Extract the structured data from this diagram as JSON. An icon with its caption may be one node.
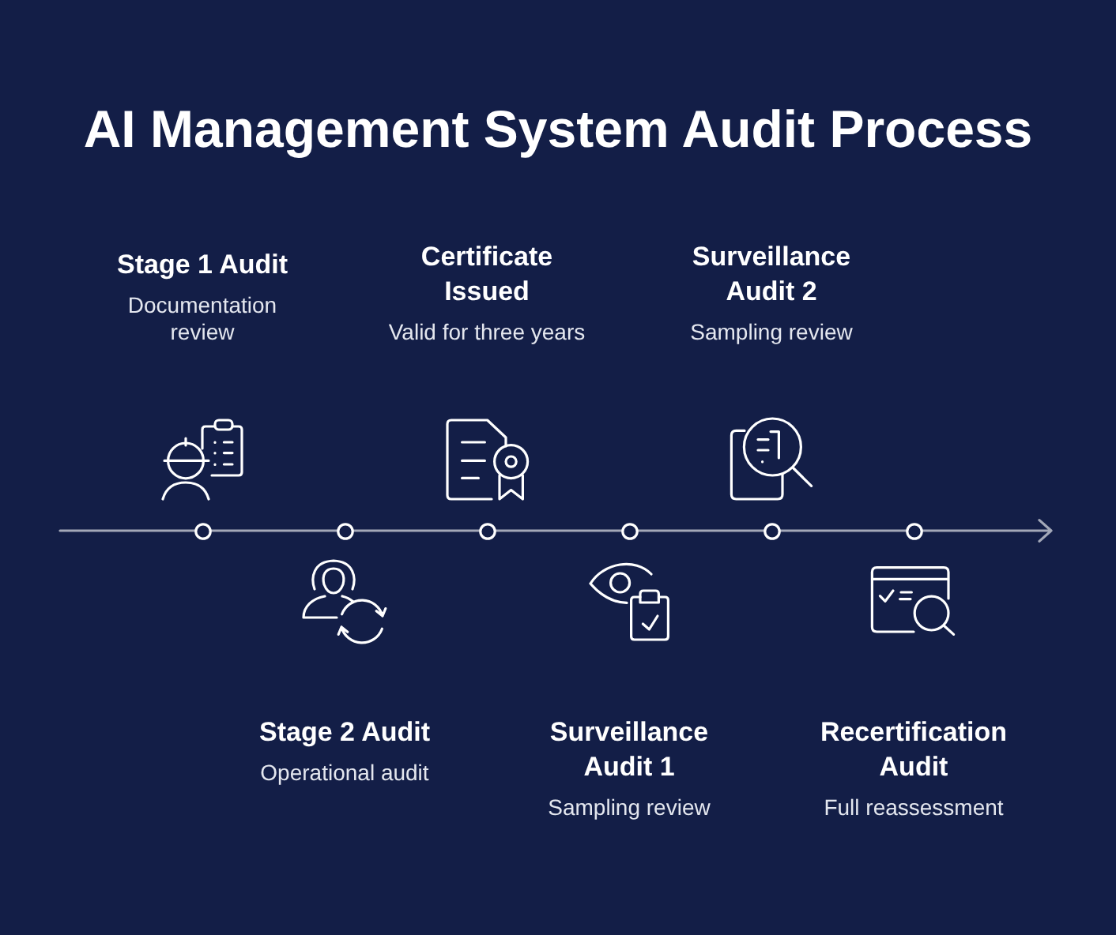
{
  "diagram": {
    "title": "AI Management System Audit Process",
    "nodes": [
      {
        "text": [
          "Stage 1 Audit",
          "Documentation review"
        ]
      },
      {
        "text": [
          "Stage 2 Audit",
          "Operational audit"
        ]
      },
      {
        "text": [
          "Certificate Issued",
          "Valid for three years"
        ]
      },
      {
        "text": [
          "Surveillance Audit 1",
          "Sampling review"
        ]
      },
      {
        "text": [
          "Surveillance Audit 2",
          "Sampling review"
        ]
      },
      {
        "text": [
          "Recertification Audit",
          "Full reassessment"
        ]
      }
    ]
  }
}
